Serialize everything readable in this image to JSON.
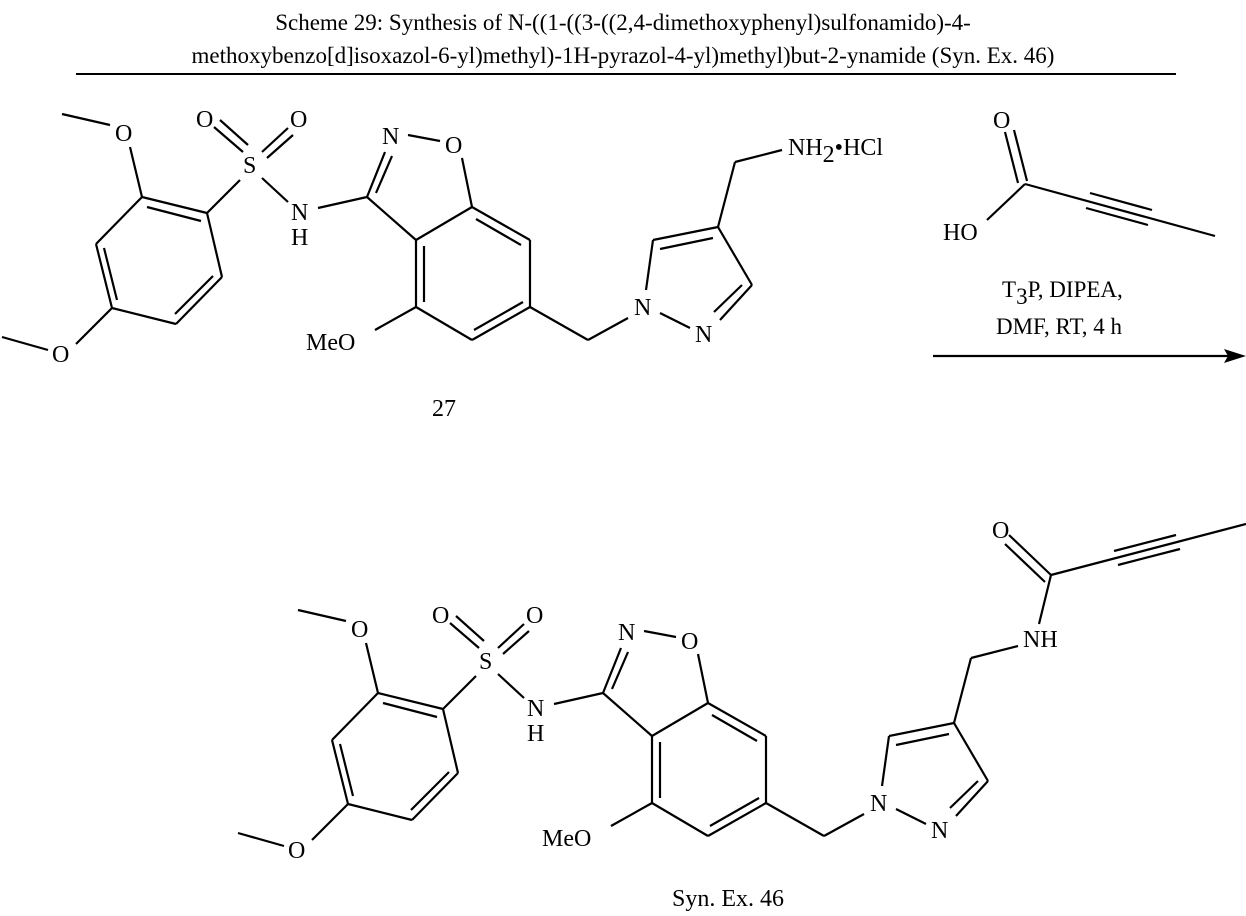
{
  "title": {
    "line1": "Scheme 29: Synthesis of N-((1-((3-((2,4-dimethoxyphenyl)sulfonamido)-4-",
    "line2": "methoxybenzo[d]isoxazol-6-yl)methyl)-1H-pyrazol-4-yl)methyl)but-2-ynamide (Syn. Ex. 46)"
  },
  "starting_material": {
    "label": "27",
    "atoms": {
      "o_methoxy_top": "O",
      "o_methoxy_bottom": "O",
      "s": "S",
      "so2_o_left": "O",
      "so2_o_right": "O",
      "nh_n": "N",
      "nh_h": "H",
      "isox_n": "N",
      "isox_o": "O",
      "meo": "MeO",
      "pyr_n1": "N",
      "pyr_n2": "N",
      "amine_nh": "NH",
      "amine_sub": "2",
      "amine_salt": "•HCl"
    }
  },
  "reagent": {
    "name": "but-2-ynoic acid",
    "atoms": {
      "carbonyl_o": "O",
      "hydroxyl": "HO"
    },
    "conditions_line1_a": "T",
    "conditions_line1_sub": "3",
    "conditions_line1_b": "P, DIPEA,",
    "conditions_line2": "DMF, RT, 4 h"
  },
  "product": {
    "label": "Syn. Ex. 46",
    "atoms": {
      "o_methoxy_top": "O",
      "o_methoxy_bottom": "O",
      "s": "S",
      "so2_o_left": "O",
      "so2_o_right": "O",
      "nh_n": "N",
      "nh_h": "H",
      "isox_n": "N",
      "isox_o": "O",
      "meo": "MeO",
      "pyr_n1": "N",
      "pyr_n2": "N",
      "amide_nh": "NH",
      "amide_o": "O"
    }
  }
}
